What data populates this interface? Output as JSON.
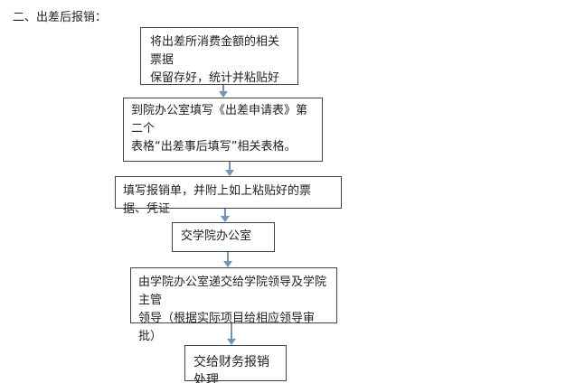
{
  "heading": "二、出差后报销：",
  "steps": [
    {
      "lines": [
        "将出差所消费金额的相关票据",
        "保留存好，统计并粘贴好"
      ]
    },
    {
      "lines": [
        "到院办公室填写《出差申请表》第二个",
        "表格“出差事后填写”相关表格。"
      ]
    },
    {
      "lines": [
        "填写报销单，并附上如上粘贴好的票据、凭证"
      ]
    },
    {
      "lines": [
        "交学院办公室"
      ]
    },
    {
      "lines": [
        "由学院办公室递交给学院领导及学院主管",
        "领导（根据实际项目给相应领导审批）"
      ]
    },
    {
      "lines": [
        "交给财务报销处理"
      ]
    }
  ],
  "colors": {
    "arrow": "#6f95bd",
    "border": "#444444"
  }
}
